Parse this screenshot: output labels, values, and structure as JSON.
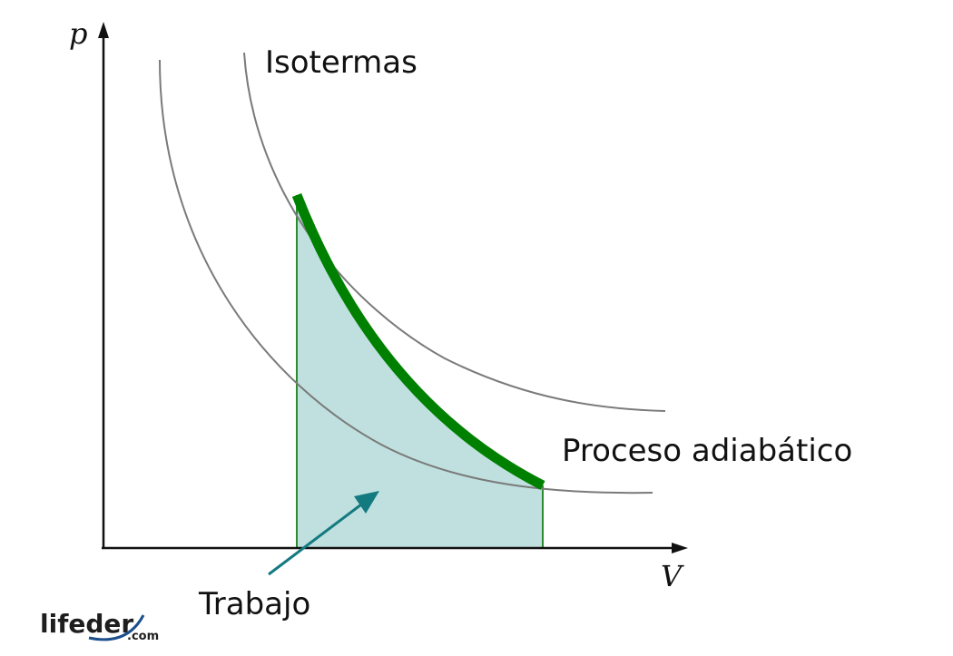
{
  "diagram": {
    "axes": {
      "y_label": "p",
      "x_label": "V"
    },
    "labels": {
      "isotherms": "Isotermas",
      "adiabatic": "Proceso adiabático",
      "work": "Trabajo"
    },
    "colors": {
      "axis": "#111111",
      "isotherm": "#7a7a7a",
      "adiabatic": "#008000",
      "work_fill": "#bfe0df",
      "work_border": "#2e8b2e",
      "arrow": "#137a80"
    }
  },
  "logo": {
    "text": "lifeder",
    "suffix": ".com",
    "swoosh_color": "#1c4f8c"
  }
}
